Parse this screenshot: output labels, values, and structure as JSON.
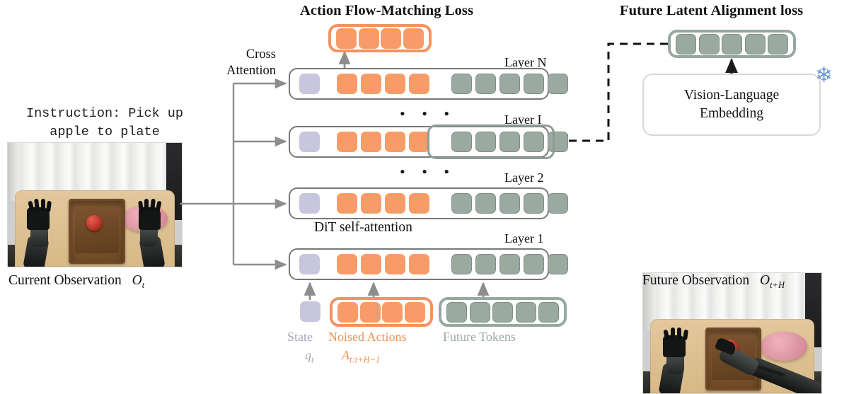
{
  "titles": {
    "left": "Action Flow-Matching Loss",
    "right": "Future Latent Alignment loss"
  },
  "instruction": {
    "line1": "Instruction: Pick up",
    "line2": "apple to plate"
  },
  "captions": {
    "current": "Current Observation",
    "current_symbol": "O",
    "current_sub": "t",
    "future": "Future Observation",
    "future_symbol": "O",
    "future_sub": "t+H"
  },
  "cross_attention": {
    "line1": "Cross",
    "line2": "Attention"
  },
  "dit_label": "DiT self-attention",
  "vlm": {
    "line1": "Vision-Language",
    "line2": "Embedding",
    "frozen_icon": "snowflake-icon"
  },
  "layers": [
    {
      "name": "Layer N",
      "purple": 1,
      "orange": 4,
      "green": 5,
      "highlight": false
    },
    {
      "name": "Layer I",
      "purple": 1,
      "orange": 4,
      "green": 5,
      "highlight": true
    },
    {
      "name": "Layer 2",
      "purple": 1,
      "orange": 4,
      "green": 5,
      "highlight": false
    },
    {
      "name": "Layer 1",
      "purple": 1,
      "orange": 4,
      "green": 5,
      "highlight": false
    }
  ],
  "ellipsis": "• • •",
  "output_tokens": {
    "count": 4,
    "color": "#f79c69",
    "border": "#f5925f"
  },
  "future_latent_tokens": {
    "count": 5,
    "color": "#9aaaa0",
    "border": "#97a89e"
  },
  "input_groups": {
    "state": {
      "count": 1,
      "label": "State",
      "symbol": "q",
      "sub": "t",
      "color": "#c8c6dd"
    },
    "actions": {
      "count": 4,
      "label": "Noised Actions",
      "symbol": "A",
      "sub": "t:t+H−1",
      "color": "#f79c69"
    },
    "future": {
      "count": 5,
      "label": "Future Tokens",
      "color": "#9aaaa0"
    }
  },
  "colors": {
    "orange": "#f79c69",
    "orange_border": "#f5925f",
    "green": "#9aaaa0",
    "green_border": "#8c9d93",
    "purple": "#c8c6dd",
    "row_border": "#787878",
    "connector": "#8d8d8d",
    "snowflake": "#6c9bd2"
  }
}
